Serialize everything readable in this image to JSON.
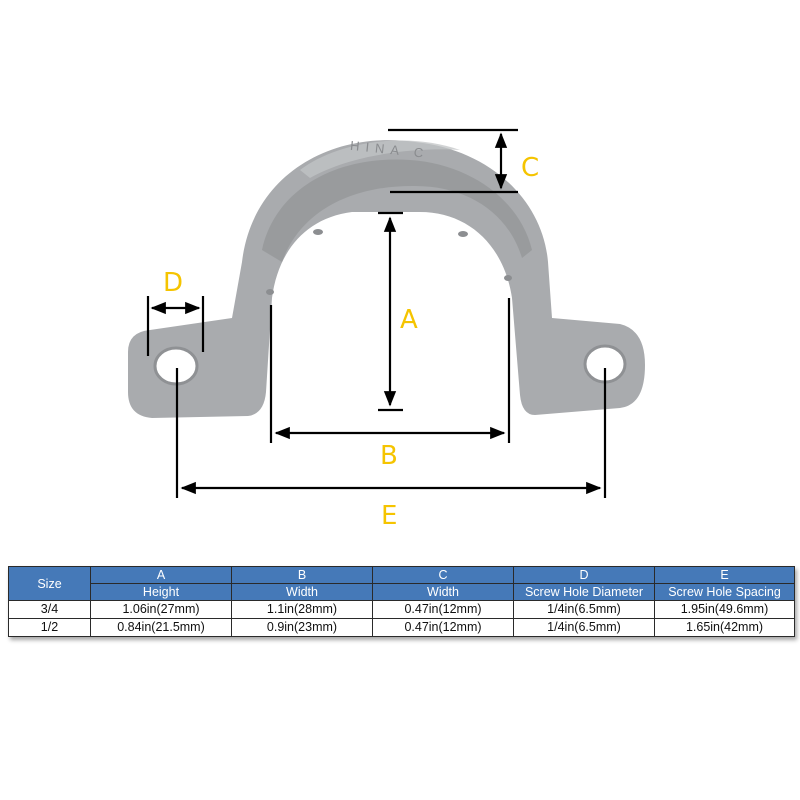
{
  "diagram": {
    "label_a": "A",
    "label_b": "B",
    "label_c": "C",
    "label_d": "D",
    "label_e": "E",
    "embossed_text": "HINA C",
    "colors": {
      "strap": "#a9abae",
      "strap_shade": "#8f9194",
      "strap_light": "#bfc1c3",
      "label": "#f5c400",
      "line": "#000000"
    }
  },
  "table": {
    "size_header": "Size",
    "columns": [
      {
        "letter": "A",
        "name": "Height"
      },
      {
        "letter": "B",
        "name": "Width"
      },
      {
        "letter": "C",
        "name": "Width"
      },
      {
        "letter": "D",
        "name": "Screw Hole Diameter"
      },
      {
        "letter": "E",
        "name": "Screw Hole Spacing"
      }
    ],
    "rows": [
      {
        "size": "3/4",
        "values": [
          "1.06in(27mm)",
          "1.1in(28mm)",
          "0.47in(12mm)",
          "1/4in(6.5mm)",
          "1.95in(49.6mm)"
        ]
      },
      {
        "size": "1/2",
        "values": [
          "0.84in(21.5mm)",
          "0.9in(23mm)",
          "0.47in(12mm)",
          "1/4in(6.5mm)",
          "1.65in(42mm)"
        ]
      }
    ],
    "colors": {
      "header_bg": "#4579b8",
      "header_text": "#ffffff",
      "border": "#2a2a2a"
    }
  }
}
